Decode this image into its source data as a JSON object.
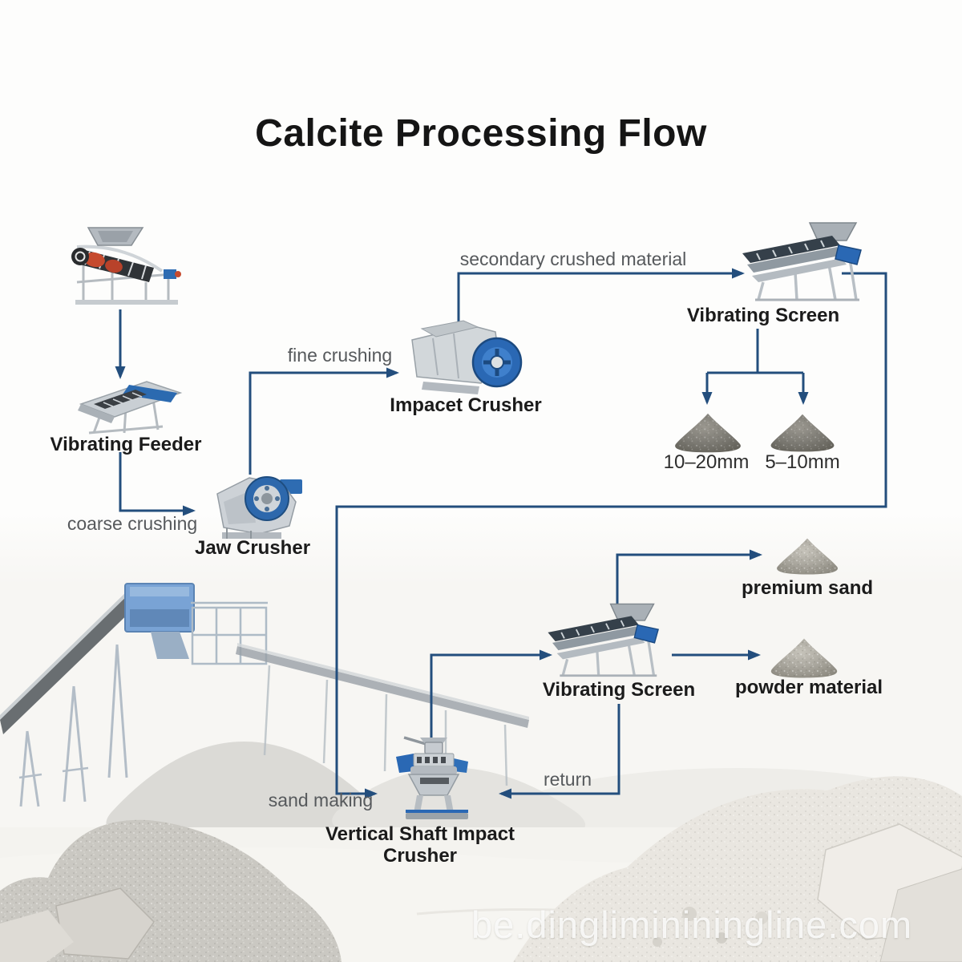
{
  "title": "Calcite Processing Flow",
  "watermark": "be.dinglimininingline.com",
  "colors": {
    "arrow": "#234e7d",
    "machine_label": "#1b1b1b",
    "flow_label": "#56595c",
    "title": "#151515"
  },
  "flow": {
    "machines": {
      "vibrating_feeder": {
        "label": "Vibrating Feeder"
      },
      "jaw_crusher": {
        "label": "Jaw Crusher"
      },
      "impact_crusher": {
        "label": "Impacet Crusher"
      },
      "vibrating_screen_top": {
        "label": "Vibrating Screen"
      },
      "vibrating_screen_bottom": {
        "label": "Vibrating Screen"
      },
      "vsi_crusher": {
        "label": "Vertical Shaft Impact Crusher"
      }
    },
    "products": {
      "size_10_20": {
        "label": "10–20mm"
      },
      "size_5_10": {
        "label": "5–10mm"
      },
      "premium_sand": {
        "label": "premium sand"
      },
      "powder_material": {
        "label": "powder material"
      }
    },
    "edge_labels": {
      "coarse_crushing": "coarse crushing",
      "fine_crushing": "fine crushing",
      "secondary_crushed": "secondary crushed material",
      "sand_making": "sand making",
      "return_flow": "return"
    }
  }
}
